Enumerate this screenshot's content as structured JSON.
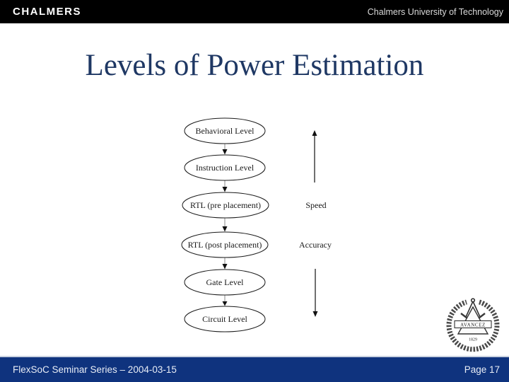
{
  "header": {
    "wordmark": "CHALMERS",
    "university": "Chalmers University of Technology"
  },
  "title": "Levels of Power Estimation",
  "diagram": {
    "levels": [
      "Behavioral Level",
      "Instruction Level",
      "RTL (pre placement)",
      "RTL (post placement)",
      "Gate Level",
      "Circuit Level"
    ],
    "axis_labels": {
      "speed": "Speed",
      "accuracy": "Accuracy"
    }
  },
  "seal": {
    "motto": "AVANCEZ",
    "year": "1829"
  },
  "footer": {
    "left": "FlexSoC Seminar Series – 2004-03-15",
    "right": "Page 17"
  },
  "colors": {
    "top_bar": "#000000",
    "footer_bar": "#0f337e",
    "footer_border": "#c9d2e0",
    "title_text": "#1f3864",
    "header_text": "#d9d9d9",
    "footer_text": "#e8edf6",
    "connector_line": "#b5b5b5",
    "diagram_ink": "#1a1a1a"
  }
}
